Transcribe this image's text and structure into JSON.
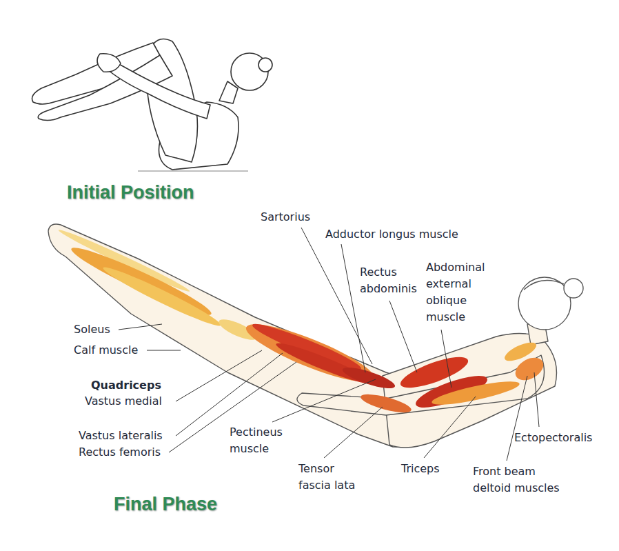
{
  "diagram": {
    "labels": [
      "Initial Position",
      "Sartorius",
      "Adductor longus muscle",
      "Rectus abdominis",
      "Abdominal external oblique muscle",
      "Soleus",
      "Calf muscle",
      "Quadriceps",
      "Vastus medial",
      "Vastus lateralis",
      "Rectus femoris",
      "Pectineus muscle",
      "Tensor fascia lata",
      "Triceps",
      "Ectopectoralis",
      "Front beam deltoid muscles",
      "Final Phase"
    ]
  }
}
